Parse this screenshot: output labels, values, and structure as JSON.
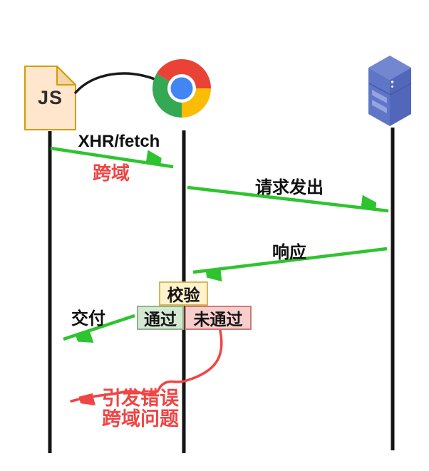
{
  "diagram_type": "sequence-diagram",
  "topic": "CORS cross-origin request flow",
  "actors": {
    "js_file": {
      "label": "JS",
      "icon": "js-file-icon"
    },
    "browser": {
      "icon": "chrome-browser-icon"
    },
    "server": {
      "icon": "server-icon"
    }
  },
  "messages": {
    "xhr": {
      "label": "XHR/fetch",
      "note": "跨域",
      "from": "js_file",
      "to": "browser"
    },
    "request": {
      "label": "请求发出",
      "from": "browser",
      "to": "server"
    },
    "response": {
      "label": "响应",
      "from": "server",
      "to": "browser"
    },
    "deliver": {
      "label": "交付",
      "from": "browser",
      "to": "js_file"
    },
    "error": {
      "label_line1": "引发错误",
      "label_line2": "跨域问题",
      "from": "browser",
      "to": "js_file"
    }
  },
  "check": {
    "label": "校验",
    "pass": "通过",
    "fail": "未通过"
  },
  "colors": {
    "arrow_green": "#2FC42F",
    "error_red": "#F04545",
    "lifeline_black": "#141414",
    "js_file_fill": "#FFE6CC",
    "js_file_border": "#D79B00",
    "js_file_fold": "#F3D3A8",
    "check_fill": "#FFF2CC",
    "check_border": "#D6B656",
    "pass_fill": "#D5E8D4",
    "pass_border": "#8FB48A",
    "fail_fill": "#F8CECC",
    "fail_border": "#C97B77",
    "server_top": "#7287D0",
    "server_left": "#5F76C8",
    "server_right": "#5267BA",
    "server_stripe": "#93A4DE",
    "chrome_red": "#EA4335",
    "chrome_yellow": "#FBBC05",
    "chrome_green": "#34A853",
    "chrome_blue": "#4285F4"
  }
}
